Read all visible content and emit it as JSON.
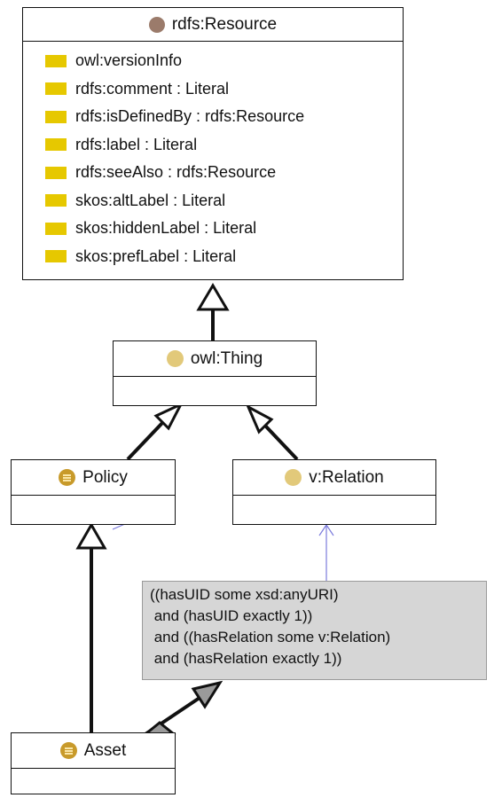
{
  "resource": {
    "title": "rdfs:Resource",
    "properties": [
      "owl:versionInfo",
      "rdfs:comment : Literal",
      "rdfs:isDefinedBy : rdfs:Resource",
      "rdfs:label : Literal",
      "rdfs:seeAlso : rdfs:Resource",
      "skos:altLabel : Literal",
      "skos:hiddenLabel : Literal",
      "skos:prefLabel : Literal"
    ]
  },
  "thing": {
    "title": "owl:Thing"
  },
  "policy": {
    "title": "Policy"
  },
  "relation": {
    "title": "v:Relation"
  },
  "asset": {
    "title": "Asset"
  },
  "restriction_note": {
    "lines": [
      "((hasUID some xsd:anyURI)",
      " and (hasUID exactly 1))",
      " and ((hasRelation some v:Relation)",
      " and (hasRelation exactly 1))"
    ]
  },
  "colors": {
    "property_swatch": "#e6c800",
    "resource_icon": "#9b7b6b",
    "thing_icon": "#e2c97a",
    "primitive_class_icon": "#c89a2a",
    "note_fill": "#d6d6d6",
    "note_link": "#7b7bdc"
  }
}
